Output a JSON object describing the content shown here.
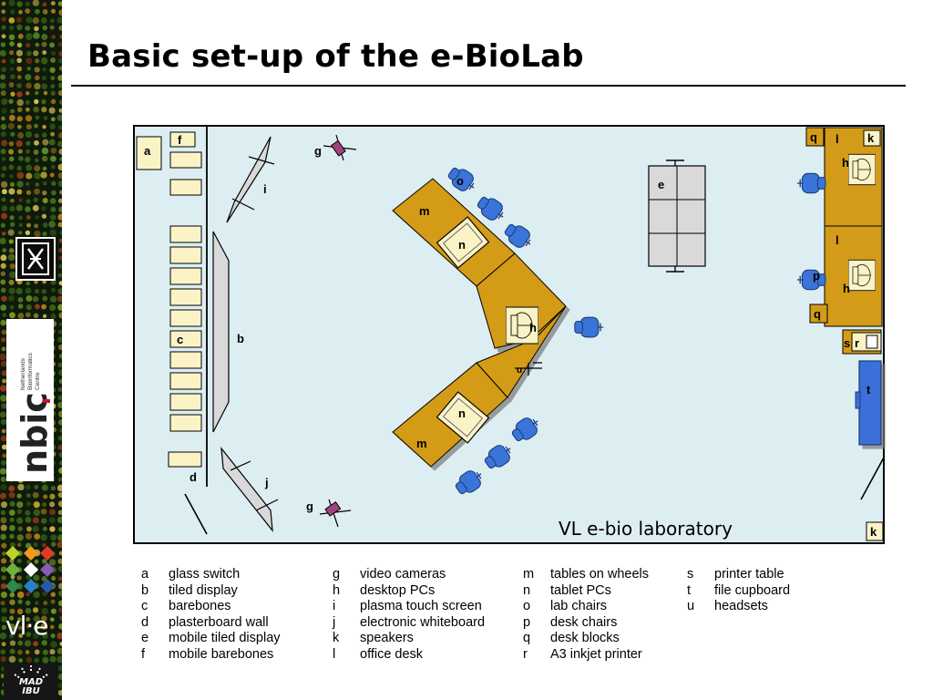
{
  "slide": {
    "title": "Basic set-up of the e-BioLab"
  },
  "plan": {
    "room_label": "VL e-bio laboratory",
    "markers": {
      "a": "a",
      "b": "b",
      "c": "c",
      "d": "d",
      "e": "e",
      "f": "f",
      "g": "g",
      "h": "h",
      "i": "i",
      "j": "j",
      "k": "k",
      "l": "l",
      "m": "m",
      "n": "n",
      "o": "o",
      "p": "p",
      "q": "q",
      "r": "r",
      "s": "s",
      "t": "t",
      "u": "u"
    },
    "colors": {
      "room_fill": "#ddeef2",
      "desk": "#d39b18",
      "chair": "#3a74d8",
      "beige": "#fbf3c6",
      "camera": "#a0447c",
      "file_cupboard": "#3a6fd9"
    }
  },
  "legend": {
    "columns": [
      [
        {
          "key": "a",
          "text": "glass switch"
        },
        {
          "key": "b",
          "text": "tiled display"
        },
        {
          "key": "c",
          "text": "barebones"
        },
        {
          "key": "d",
          "text": "plasterboard wall"
        },
        {
          "key": "e",
          "text": "mobile tiled display"
        },
        {
          "key": "f",
          "text": "mobile barebones"
        }
      ],
      [
        {
          "key": "g",
          "text": "video cameras"
        },
        {
          "key": "h",
          "text": "desktop PCs"
        },
        {
          "key": "i",
          "text": "plasma touch screen"
        },
        {
          "key": "j",
          "text": "electronic whiteboard"
        },
        {
          "key": "k",
          "text": "speakers"
        },
        {
          "key": "l",
          "text": "office desk"
        }
      ],
      [
        {
          "key": "m",
          "text": "tables on wheels"
        },
        {
          "key": "n",
          "text": "tablet PCs"
        },
        {
          "key": "o",
          "text": "lab chairs"
        },
        {
          "key": "p",
          "text": "desk chairs"
        },
        {
          "key": "q",
          "text": "desk blocks"
        },
        {
          "key": "r",
          "text": "A3 inkjet printer"
        }
      ],
      [
        {
          "key": "s",
          "text": "printer table"
        },
        {
          "key": "t",
          "text": "file cupboard"
        },
        {
          "key": "u",
          "text": "headsets"
        }
      ]
    ]
  },
  "sidebar": {
    "logos": {
      "nbic": {
        "wordmark": "nbic",
        "caption_lines": [
          "Netherlands",
          "Bioinformatics",
          "Centre"
        ]
      },
      "vle": {
        "wordmark": "vl·e"
      },
      "madibu": {
        "wordmark": "MAD IBU"
      }
    }
  }
}
